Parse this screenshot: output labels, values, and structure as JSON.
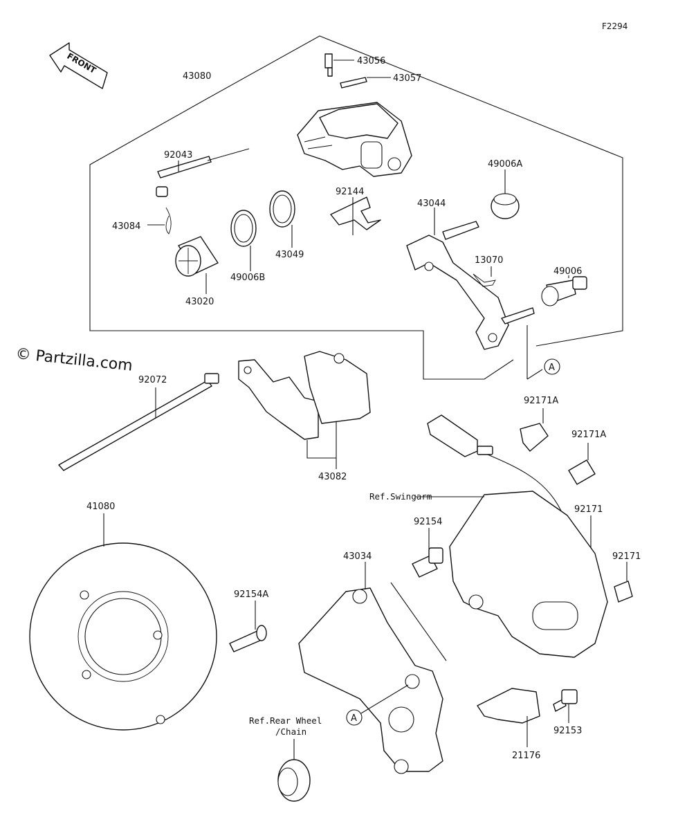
{
  "figure_id": "F2294",
  "watermark": "© Partzilla.com",
  "front_arrow_label": "FRONT",
  "references": {
    "swingarm": "Ref.Swingarm",
    "rear_wheel_line1": "Ref.Rear Wheel",
    "rear_wheel_line2": "/Chain"
  },
  "callout_a": "A",
  "parts": {
    "p43080": "43080",
    "p43056": "43056",
    "p43057": "43057",
    "p92043": "92043",
    "p43084": "43084",
    "p43049": "43049",
    "p49006B": "49006B",
    "p43020": "43020",
    "p92144": "92144",
    "p43044": "43044",
    "p49006A": "49006A",
    "p13070": "13070",
    "p49006": "49006",
    "p92072": "92072",
    "p43082": "43082",
    "p92171A_1": "92171A",
    "p92171A_2": "92171A",
    "p41080": "41080",
    "p92154": "92154",
    "p43034": "43034",
    "p92171_1": "92171",
    "p92171_2": "92171",
    "p92154A": "92154A",
    "p92153": "92153",
    "p21176": "21176"
  }
}
